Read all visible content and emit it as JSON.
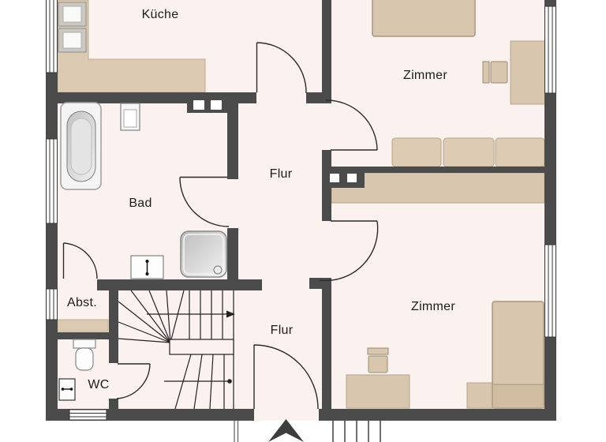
{
  "rooms": {
    "kitchen": {
      "label": "Küche"
    },
    "bedroom_top": {
      "label": "Zimmer"
    },
    "bath": {
      "label": "Bad"
    },
    "hall_upper": {
      "label": "Flur"
    },
    "storage": {
      "label": "Abst."
    },
    "wc": {
      "label": "WC"
    },
    "hall_lower": {
      "label": "Flur"
    },
    "bedroom_bottom": {
      "label": "Zimmer"
    }
  },
  "colors": {
    "wall": "#4b4b4b",
    "floor": "#fbf1ef",
    "furniture": "#d8c6ae",
    "fixture_outline": "#8c8c8c",
    "line": "#2b2b2b"
  }
}
